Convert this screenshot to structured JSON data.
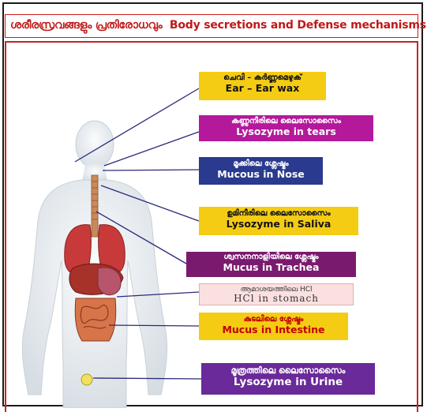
{
  "header": {
    "title_malayalam": "ശരീരസ്രവങ്ങളും പ്രതിരോധവും",
    "title_english": "Body secretions and Defense mechanisms"
  },
  "labels": [
    {
      "key": "ear",
      "malayalam": "ചെവി – കർണ്ണമെഴുക്",
      "english": "Ear – Ear wax",
      "bg": "#f5cc14",
      "fg": "#111111"
    },
    {
      "key": "tears",
      "malayalam": "കണ്ണുനീരിലെ ലൈസോസൈം",
      "english": "Lysozyme in tears",
      "bg": "#b5199b",
      "fg": "#ffffff"
    },
    {
      "key": "nose",
      "malayalam": "മൂക്കിലെ ശ്ലേഷ്മം",
      "english": "Mucous in Nose",
      "bg": "#2a3a8f",
      "fg": "#ffffff"
    },
    {
      "key": "saliva",
      "malayalam": "ഉമിനീരിലെ ലൈസോസൈം",
      "english": "Lysozyme in Saliva",
      "bg": "#f5cc14",
      "fg": "#111111"
    },
    {
      "key": "trachea",
      "malayalam": "ശ്വസനനാളിയിലെ ശ്ലേഷ്മം",
      "english": "Mucus in Trachea",
      "bg": "#7a1a6e",
      "fg": "#ffffff"
    },
    {
      "key": "stomach",
      "malayalam": "ആമാശയത്തിലെ HCl",
      "english": "HCl in stomach",
      "bg": "#fbe0e0",
      "fg": "#333333"
    },
    {
      "key": "intestine",
      "malayalam": "കുടലിലെ ശ്ലേഷ്മം",
      "english": "Mucus in Intestine",
      "bg": "#f5cc14",
      "fg": "#c00000"
    },
    {
      "key": "urine",
      "malayalam": "മൂത്രത്തിലെ ലൈസോസൈം",
      "english": "Lysozyme in Urine",
      "bg": "#6a2a9a",
      "fg": "#ffffff"
    }
  ],
  "colors": {
    "frame": "#1a1a1a",
    "title_red": "#c01818",
    "border_red": "#c72525",
    "connector": "#2a2a7a",
    "body": "#e9eef2"
  }
}
